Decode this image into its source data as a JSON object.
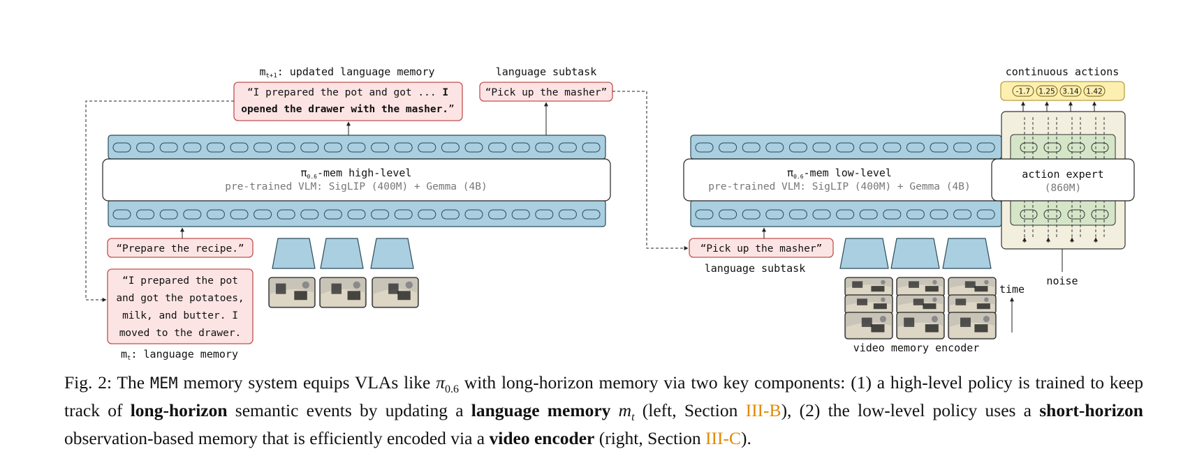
{
  "colors": {
    "token_band": "#a9cfe0",
    "token_band_stroke": "#2c4a5a",
    "text_box_fill": "#fde4e4",
    "text_box_stroke": "#c0504d",
    "action_fill": "#fcefb0",
    "action_stroke": "#b8a13a",
    "expert_outer": "#f2efdf",
    "expert_inner": "#d5e6c8",
    "vlm_box": "#ffffff",
    "ref": "#e08a00"
  },
  "left": {
    "updated_memory_label_main": "m",
    "updated_memory_label_sub": "t+1",
    "updated_memory_label_rest": ": updated language memory",
    "updated_memory_text_line1_plain": "“I prepared the pot and got ... ",
    "updated_memory_text_line1_bold": "I",
    "updated_memory_text_line2_bold": "opened the drawer with the masher.",
    "updated_memory_text_line2_end": "”",
    "subtask_label": "language subtask",
    "subtask_text": "“Pick up the masher”",
    "model_name_pi": "π",
    "model_name_sub": "0.6",
    "model_name_rest": "-mem high-level",
    "model_backbone": "pre-trained VLM: SigLIP (400M) + Gemma (4B)",
    "prompt_text": "“Prepare the recipe.”",
    "memory_lines": [
      "“I prepared the pot",
      "and got the potatoes,",
      "milk, and butter. I",
      "moved to the drawer."
    ],
    "memory_label_main": "m",
    "memory_label_sub": "t",
    "memory_label_rest": ": language memory"
  },
  "right": {
    "actions_label": "continuous actions",
    "actions": [
      "-1.7",
      "1.25",
      "3.14",
      "1.42"
    ],
    "model_name_pi": "π",
    "model_name_sub": "0.6",
    "model_name_rest": "-mem low-level",
    "model_backbone": "pre-trained VLM: SigLIP (400M) + Gemma (4B)",
    "expert_name": "action expert",
    "expert_size": "(860M)",
    "subtask_text": "“Pick up the masher”",
    "subtask_label": "language subtask",
    "time_label": "time",
    "noise_label": "noise",
    "encoder_label": "video memory encoder"
  },
  "caption": {
    "fig": "Fig. 2:",
    "p1": " The ",
    "mem": "MEM",
    "p2": " memory system equips VLAs like ",
    "pi": "π",
    "pi_sub": "0.6",
    "p3": " with long-horizon memory via two key components: (1) a high-level policy is trained to keep track of ",
    "b1": "long-horizon",
    "p4": " semantic events by updating a ",
    "b2": "language memory",
    "p5": " ",
    "mt": "m",
    "mt_sub": "t",
    "p6": " (left, Section ",
    "ref1": "III-B",
    "p7": "), (2) the low-level policy uses a ",
    "b3": "short-horizon",
    "p8": " observation-based memory that is efficiently encoded via a ",
    "b4": "video encoder",
    "p9": " (right, Section ",
    "ref2": "III-C",
    "p10": ")."
  }
}
